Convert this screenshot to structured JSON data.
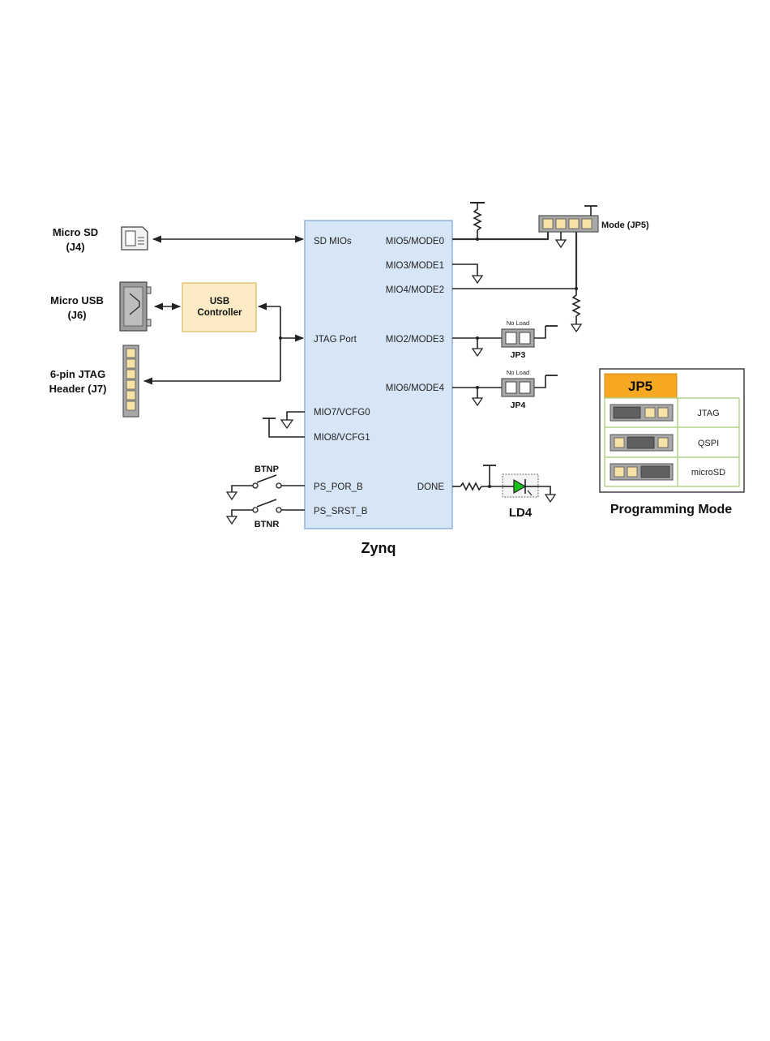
{
  "colors": {
    "zynq_fill": "#d6e6f7",
    "zynq_stroke": "#8fb2d9",
    "usb_fill": "#fcebc4",
    "usb_stroke": "#e2c47a",
    "pin_fill": "#f7e3a6",
    "header_gray": "#a8a8a8",
    "jp5_orange": "#f7a823",
    "table_green": "#b6d48b",
    "led_green": "#19c219"
  },
  "left": {
    "micro_sd": {
      "line1": "Micro SD",
      "line2": "(J4)"
    },
    "micro_usb": {
      "line1": "Micro USB",
      "line2": "(J6)"
    },
    "jtag_header": {
      "line1": "6-pin JTAG",
      "line2": "Header (J7)"
    },
    "usb_controller": {
      "line1": "USB",
      "line2": "Controller"
    }
  },
  "zynq": {
    "label": "Zynq",
    "pins_left": {
      "sd_mios": "SD MIOs",
      "jtag_port": "JTAG Port",
      "mio7": "MIO7/VCFG0",
      "mio8": "MIO8/VCFG1",
      "ps_por_b": "PS_POR_B",
      "ps_srst_b": "PS_SRST_B"
    },
    "pins_right": {
      "mio5": "MIO5/MODE0",
      "mio3": "MIO3/MODE1",
      "mio4": "MIO4/MODE2",
      "mio2": "MIO2/MODE3",
      "mio6": "MIO6/MODE4",
      "done": "DONE"
    }
  },
  "buttons": {
    "btnp": "BTNP",
    "btnr": "BTNR"
  },
  "jumpers": {
    "mode": "Mode (JP5)",
    "jp3": {
      "label": "JP3",
      "note": "No Load"
    },
    "jp4": {
      "label": "JP4",
      "note": "No Load"
    }
  },
  "led": {
    "label": "LD4"
  },
  "programming_table": {
    "header": "JP5",
    "rows": [
      "JTAG",
      "QSPI",
      "microSD"
    ],
    "caption": "Programming Mode"
  }
}
